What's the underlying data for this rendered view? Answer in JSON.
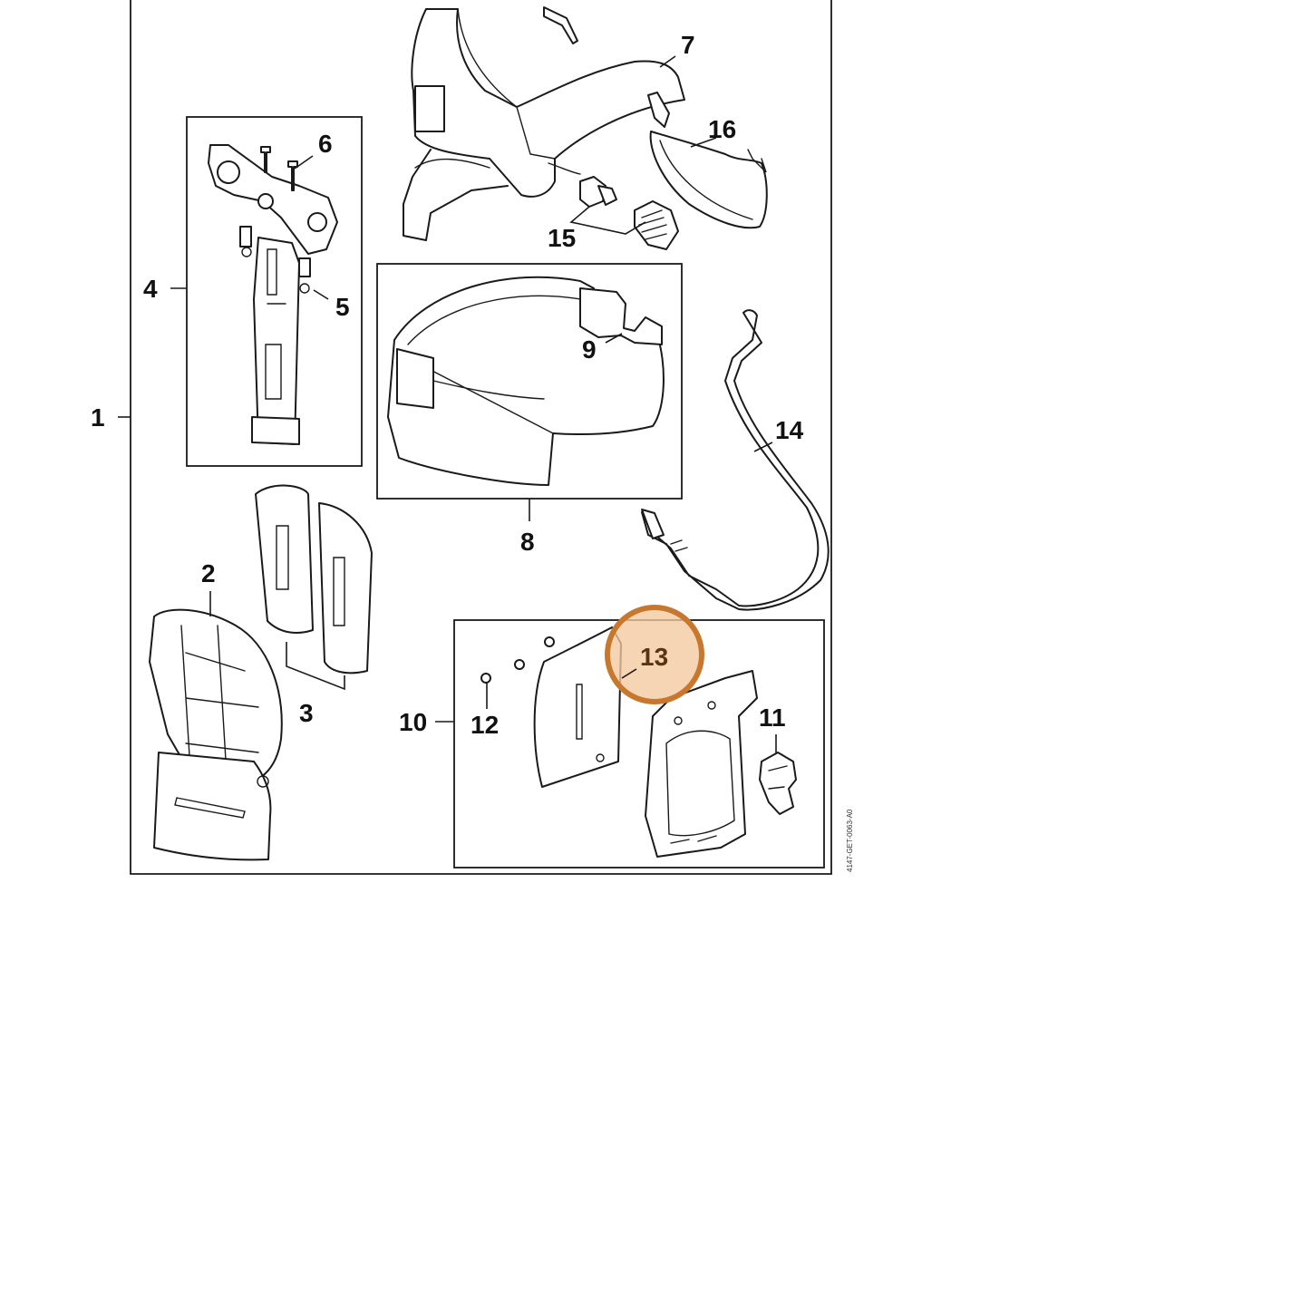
{
  "diagram": {
    "callouts": {
      "c1": "1",
      "c2": "2",
      "c3": "3",
      "c4": "4",
      "c5": "5",
      "c6": "6",
      "c7": "7",
      "c8": "8",
      "c9": "9",
      "c10": "10",
      "c11": "11",
      "c12": "12",
      "c13": "13",
      "c14": "14",
      "c15": "15",
      "c16": "16"
    },
    "highlighted_callout": "13",
    "drawing_number": "4147-GET-0063-A0",
    "colors": {
      "highlight_ring": "#C8782E",
      "highlight_fill": "#F4C9A0",
      "highlight_text": "#5A3410",
      "line": "#1a1a1a"
    }
  }
}
